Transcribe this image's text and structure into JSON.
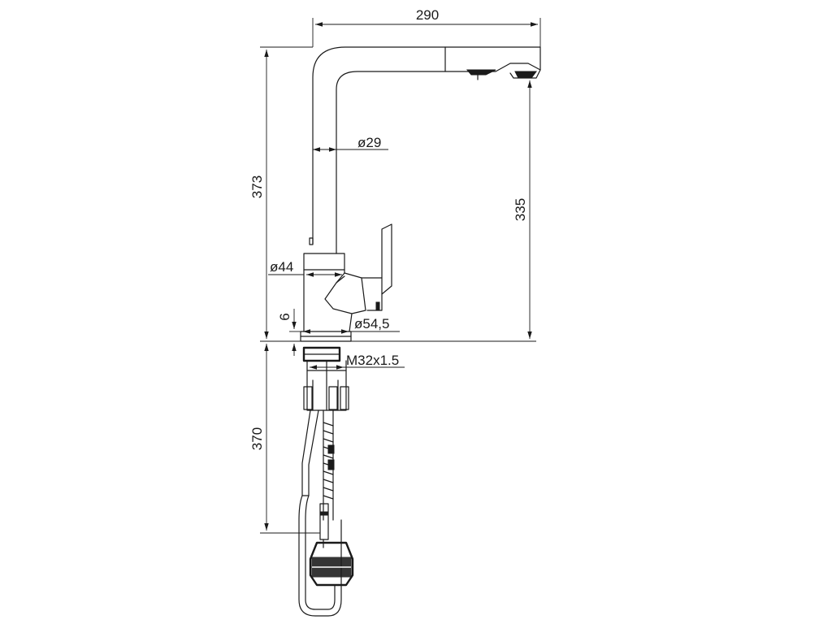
{
  "dimensions": {
    "spout_reach": "290",
    "overall_height": "373",
    "spout_height": "335",
    "spout_diameter": "ø29",
    "body_diameter": "ø44",
    "base_diameter": "ø54,5",
    "base_thickness": "6",
    "thread": "M32x1.5",
    "hose_length": "370"
  },
  "colors": {
    "line": "#1a1a1a",
    "background": "#ffffff"
  }
}
